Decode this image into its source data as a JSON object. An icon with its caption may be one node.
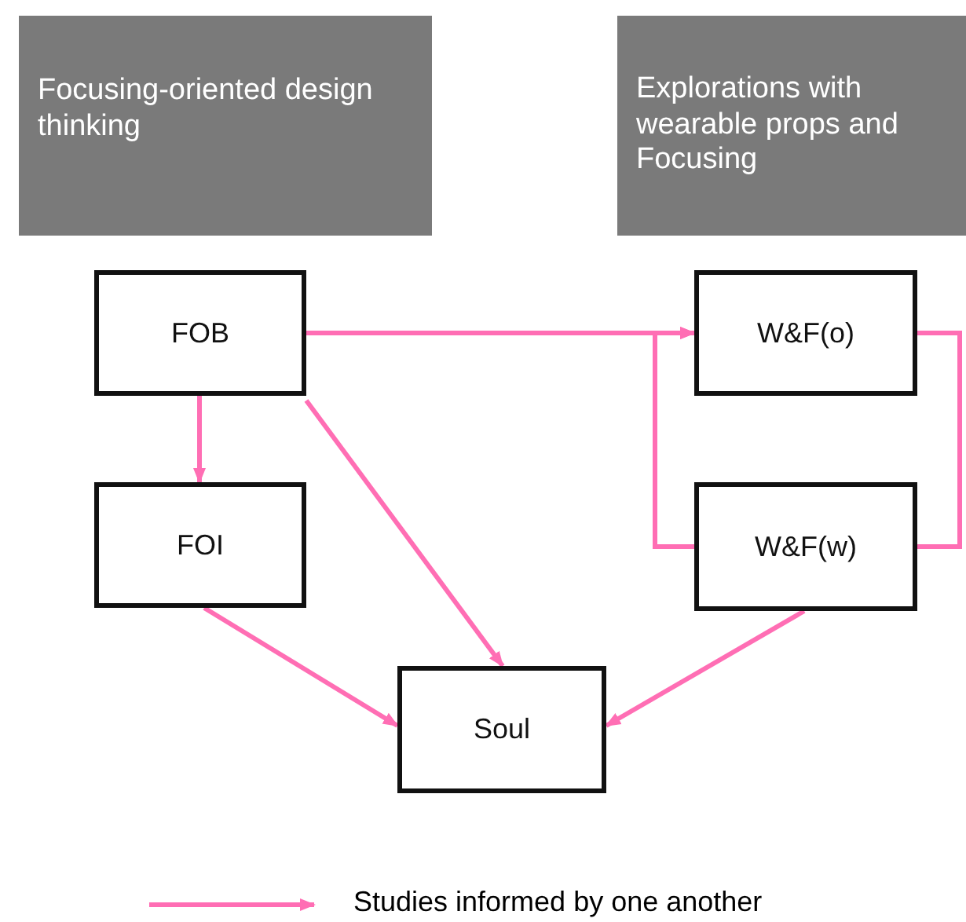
{
  "diagram": {
    "nodes": [
      {
        "text": [
          "Focusing-oriented design thinking"
        ]
      },
      {
        "text": [
          "Explorations with wearable props and Focusing"
        ]
      },
      {
        "text": [
          "FOB"
        ]
      },
      {
        "text": [
          "FOI"
        ]
      },
      {
        "text": [
          "W&F(o)"
        ]
      },
      {
        "text": [
          "W&F(w)"
        ]
      },
      {
        "text": [
          "Soul"
        ]
      }
    ],
    "edges": [
      {
        "from": 2,
        "to": 4,
        "arrow": "to"
      },
      {
        "from": 2,
        "to": 3,
        "arrow": "to"
      },
      {
        "from": 2,
        "to": 6,
        "arrow": "to"
      },
      {
        "from": 3,
        "to": 6,
        "arrow": "to"
      },
      {
        "from": 5,
        "to": 6,
        "arrow": "to"
      },
      {
        "from": 5,
        "to": 4,
        "arrow": "to"
      },
      {
        "from": 4,
        "to": 5,
        "arrow": "none"
      }
    ],
    "legend": [
      {
        "text": "Studies informed by one another"
      }
    ]
  }
}
